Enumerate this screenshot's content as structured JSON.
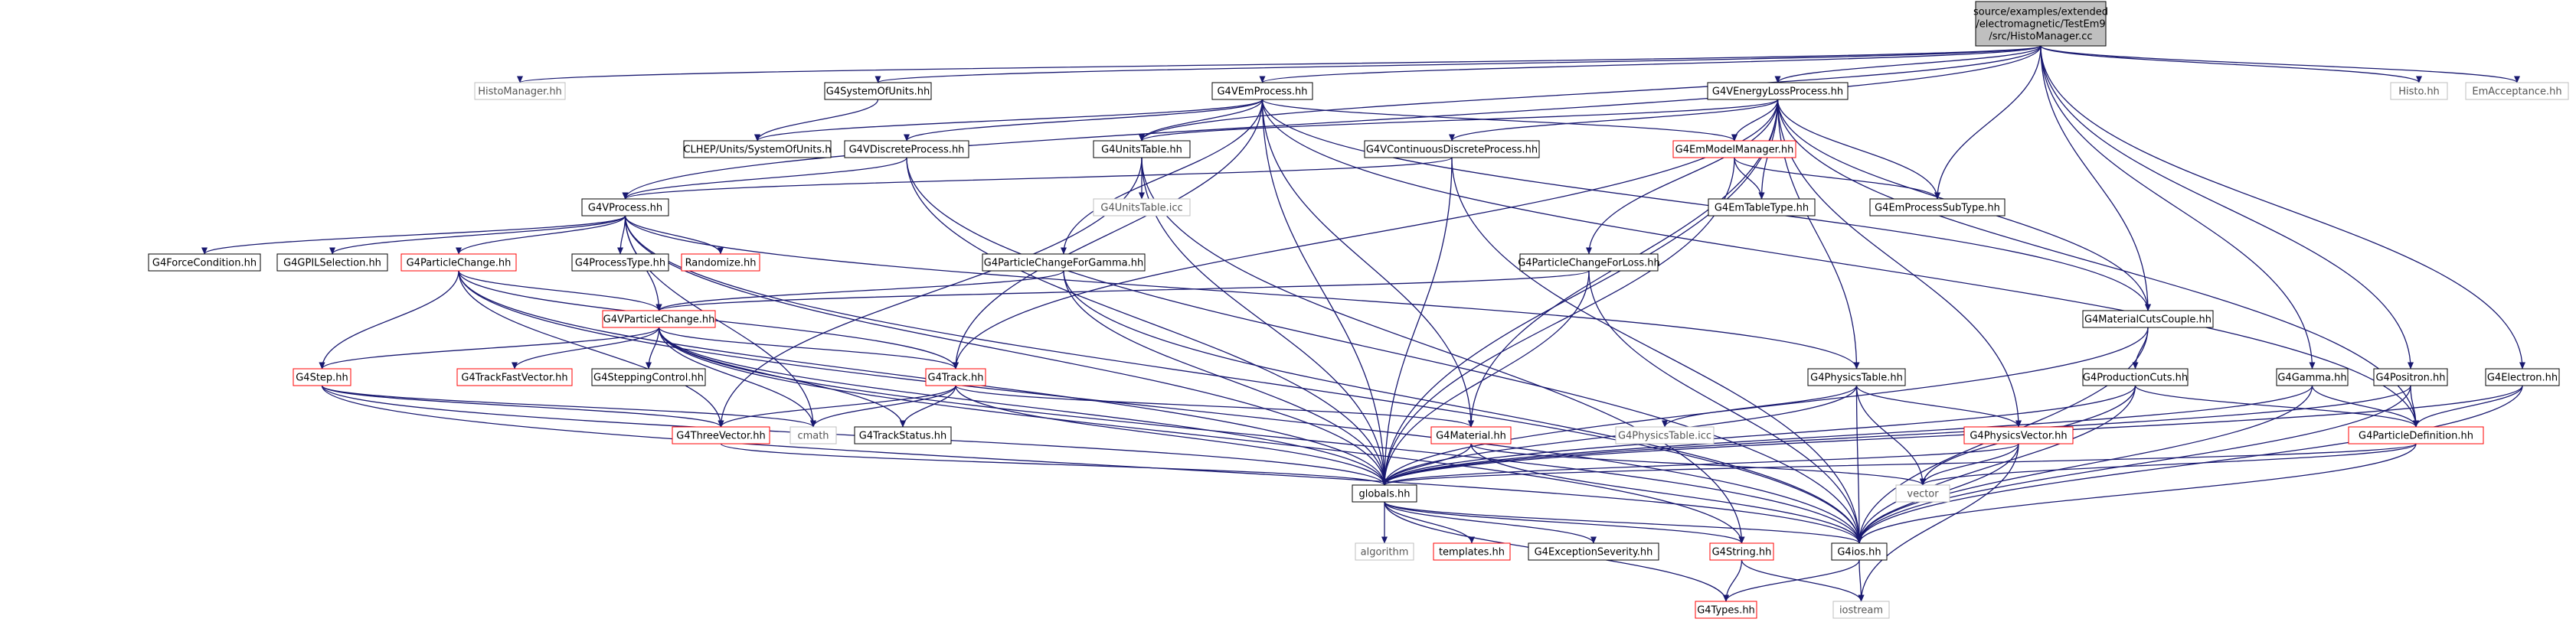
{
  "colors": {
    "root_fill": "#bfbfbf",
    "node_fill": "#ffffff",
    "border_normal": "#000000",
    "border_truncated": "#ff0000",
    "border_undocumented": "#bfbfbf",
    "edge": "#191970"
  },
  "nodes": [
    {
      "id": "root",
      "lines": [
        "source/examples/extended",
        "/electromagnetic/TestEm9",
        "/src/HistoManager.cc"
      ],
      "style": "root"
    },
    {
      "id": "HistoManager",
      "lines": [
        "HistoManager.hh"
      ],
      "style": "undocumented"
    },
    {
      "id": "G4SystemOfUnits",
      "lines": [
        "G4SystemOfUnits.hh"
      ],
      "style": "normal"
    },
    {
      "id": "G4VEmProcess",
      "lines": [
        "G4VEmProcess.hh"
      ],
      "style": "normal"
    },
    {
      "id": "G4VEnergyLossProcess",
      "lines": [
        "G4VEnergyLossProcess.hh"
      ],
      "style": "normal"
    },
    {
      "id": "Histo",
      "lines": [
        "Histo.hh"
      ],
      "style": "undocumented"
    },
    {
      "id": "EmAcceptance",
      "lines": [
        "EmAcceptance.hh"
      ],
      "style": "undocumented"
    },
    {
      "id": "CLHEPSystemOfUnits",
      "lines": [
        "CLHEP/Units/SystemOfUnits.h"
      ],
      "style": "normal"
    },
    {
      "id": "G4VDiscreteProcess",
      "lines": [
        "G4VDiscreteProcess.hh"
      ],
      "style": "normal"
    },
    {
      "id": "G4UnitsTable",
      "lines": [
        "G4UnitsTable.hh"
      ],
      "style": "normal"
    },
    {
      "id": "G4VContinuousDiscreteProcess",
      "lines": [
        "G4VContinuousDiscreteProcess.hh"
      ],
      "style": "normal"
    },
    {
      "id": "G4EmModelManager",
      "lines": [
        "G4EmModelManager.hh"
      ],
      "style": "truncated"
    },
    {
      "id": "G4UnitsTableIcc",
      "lines": [
        "G4UnitsTable.icc"
      ],
      "style": "undocumented"
    },
    {
      "id": "G4EmTableType",
      "lines": [
        "G4EmTableType.hh"
      ],
      "style": "normal"
    },
    {
      "id": "G4EmProcessSubType",
      "lines": [
        "G4EmProcessSubType.hh"
      ],
      "style": "normal"
    },
    {
      "id": "G4VProcess",
      "lines": [
        "G4VProcess.hh"
      ],
      "style": "normal"
    },
    {
      "id": "G4ForceCondition",
      "lines": [
        "G4ForceCondition.hh"
      ],
      "style": "normal"
    },
    {
      "id": "G4GPILSelection",
      "lines": [
        "G4GPILSelection.hh"
      ],
      "style": "normal"
    },
    {
      "id": "G4ParticleChange",
      "lines": [
        "G4ParticleChange.hh"
      ],
      "style": "truncated"
    },
    {
      "id": "G4ProcessType",
      "lines": [
        "G4ProcessType.hh"
      ],
      "style": "normal"
    },
    {
      "id": "Randomize",
      "lines": [
        "Randomize.hh"
      ],
      "style": "truncated"
    },
    {
      "id": "G4ParticleChangeForGamma",
      "lines": [
        "G4ParticleChangeForGamma.hh"
      ],
      "style": "normal"
    },
    {
      "id": "G4ParticleChangeForLoss",
      "lines": [
        "G4ParticleChangeForLoss.hh"
      ],
      "style": "normal"
    },
    {
      "id": "G4MaterialCutsCouple",
      "lines": [
        "G4MaterialCutsCouple.hh"
      ],
      "style": "normal"
    },
    {
      "id": "G4VParticleChange",
      "lines": [
        "G4VParticleChange.hh"
      ],
      "style": "truncated"
    },
    {
      "id": "G4Step",
      "lines": [
        "G4Step.hh"
      ],
      "style": "truncated"
    },
    {
      "id": "G4TrackFastVector",
      "lines": [
        "G4TrackFastVector.hh"
      ],
      "style": "truncated"
    },
    {
      "id": "G4SteppingControl",
      "lines": [
        "G4SteppingControl.hh"
      ],
      "style": "normal"
    },
    {
      "id": "G4Track",
      "lines": [
        "G4Track.hh"
      ],
      "style": "truncated"
    },
    {
      "id": "G4PhysicsTable",
      "lines": [
        "G4PhysicsTable.hh"
      ],
      "style": "normal"
    },
    {
      "id": "G4ProductionCuts",
      "lines": [
        "G4ProductionCuts.hh"
      ],
      "style": "normal"
    },
    {
      "id": "G4Gamma",
      "lines": [
        "G4Gamma.hh"
      ],
      "style": "normal"
    },
    {
      "id": "G4Positron",
      "lines": [
        "G4Positron.hh"
      ],
      "style": "normal"
    },
    {
      "id": "G4Electron",
      "lines": [
        "G4Electron.hh"
      ],
      "style": "normal"
    },
    {
      "id": "G4ThreeVector",
      "lines": [
        "G4ThreeVector.hh"
      ],
      "style": "truncated"
    },
    {
      "id": "cmath",
      "lines": [
        "cmath"
      ],
      "style": "undocumented"
    },
    {
      "id": "G4TrackStatus",
      "lines": [
        "G4TrackStatus.hh"
      ],
      "style": "normal"
    },
    {
      "id": "G4Material",
      "lines": [
        "G4Material.hh"
      ],
      "style": "truncated"
    },
    {
      "id": "G4PhysicsTableIcc",
      "lines": [
        "G4PhysicsTable.icc"
      ],
      "style": "undocumented"
    },
    {
      "id": "G4PhysicsVector",
      "lines": [
        "G4PhysicsVector.hh"
      ],
      "style": "truncated"
    },
    {
      "id": "G4ParticleDefinition",
      "lines": [
        "G4ParticleDefinition.hh"
      ],
      "style": "truncated"
    },
    {
      "id": "globals",
      "lines": [
        "globals.hh"
      ],
      "style": "normal"
    },
    {
      "id": "vector",
      "lines": [
        "vector"
      ],
      "style": "undocumented"
    },
    {
      "id": "algorithm",
      "lines": [
        "algorithm"
      ],
      "style": "undocumented"
    },
    {
      "id": "templates",
      "lines": [
        "templates.hh"
      ],
      "style": "truncated"
    },
    {
      "id": "G4ExceptionSeverity",
      "lines": [
        "G4ExceptionSeverity.hh"
      ],
      "style": "normal"
    },
    {
      "id": "G4String",
      "lines": [
        "G4String.hh"
      ],
      "style": "truncated"
    },
    {
      "id": "G4ios",
      "lines": [
        "G4ios.hh"
      ],
      "style": "normal"
    },
    {
      "id": "G4Types",
      "lines": [
        "G4Types.hh"
      ],
      "style": "truncated"
    },
    {
      "id": "iostream",
      "lines": [
        "iostream"
      ],
      "style": "undocumented"
    }
  ],
  "edges": [
    [
      "root",
      "HistoManager"
    ],
    [
      "root",
      "G4SystemOfUnits"
    ],
    [
      "root",
      "G4VEmProcess"
    ],
    [
      "root",
      "G4VEnergyLossProcess"
    ],
    [
      "root",
      "Histo"
    ],
    [
      "root",
      "EmAcceptance"
    ],
    [
      "root",
      "G4VProcess"
    ],
    [
      "root",
      "G4UnitsTable"
    ],
    [
      "root",
      "G4EmProcessSubType"
    ],
    [
      "root",
      "G4MaterialCutsCouple"
    ],
    [
      "root",
      "G4Gamma"
    ],
    [
      "root",
      "G4Positron"
    ],
    [
      "root",
      "G4Electron"
    ],
    [
      "G4SystemOfUnits",
      "CLHEPSystemOfUnits"
    ],
    [
      "G4VEmProcess",
      "CLHEPSystemOfUnits"
    ],
    [
      "G4VEmProcess",
      "G4VDiscreteProcess"
    ],
    [
      "G4VEmProcess",
      "G4UnitsTable"
    ],
    [
      "G4VEmProcess",
      "G4EmModelManager"
    ],
    [
      "G4VEmProcess",
      "G4ParticleChangeForGamma"
    ],
    [
      "G4VEmProcess",
      "G4Track"
    ],
    [
      "G4VEmProcess",
      "globals"
    ],
    [
      "G4VEmProcess",
      "G4Material"
    ],
    [
      "G4VEmProcess",
      "G4MaterialCutsCouple"
    ],
    [
      "G4VEmProcess",
      "G4ParticleDefinition"
    ],
    [
      "G4VEnergyLossProcess",
      "G4VContinuousDiscreteProcess"
    ],
    [
      "G4VEnergyLossProcess",
      "G4EmModelManager"
    ],
    [
      "G4VEnergyLossProcess",
      "G4UnitsTable"
    ],
    [
      "G4VEnergyLossProcess",
      "G4EmTableType"
    ],
    [
      "G4VEnergyLossProcess",
      "G4EmProcessSubType"
    ],
    [
      "G4VEnergyLossProcess",
      "G4ParticleChangeForLoss"
    ],
    [
      "G4VEnergyLossProcess",
      "G4MaterialCutsCouple"
    ],
    [
      "G4VEnergyLossProcess",
      "G4PhysicsTable"
    ],
    [
      "G4VEnergyLossProcess",
      "G4PhysicsVector"
    ],
    [
      "G4VEnergyLossProcess",
      "G4Track"
    ],
    [
      "G4VEnergyLossProcess",
      "G4Material"
    ],
    [
      "G4VEnergyLossProcess",
      "G4ParticleDefinition"
    ],
    [
      "G4VEnergyLossProcess",
      "globals"
    ],
    [
      "G4VDiscreteProcess",
      "G4VProcess"
    ],
    [
      "G4VDiscreteProcess",
      "G4ios"
    ],
    [
      "G4VDiscreteProcess",
      "globals"
    ],
    [
      "G4UnitsTable",
      "G4UnitsTableIcc"
    ],
    [
      "G4UnitsTable",
      "globals"
    ],
    [
      "G4UnitsTable",
      "G4ThreeVector"
    ],
    [
      "G4UnitsTable",
      "G4String"
    ],
    [
      "G4VContinuousDiscreteProcess",
      "G4VProcess"
    ],
    [
      "G4VContinuousDiscreteProcess",
      "globals"
    ],
    [
      "G4VContinuousDiscreteProcess",
      "G4ios"
    ],
    [
      "G4EmModelManager",
      "G4EmTableType"
    ],
    [
      "G4EmModelManager",
      "G4EmProcessSubType"
    ],
    [
      "G4EmModelManager",
      "globals"
    ],
    [
      "G4VProcess",
      "G4ForceCondition"
    ],
    [
      "G4VProcess",
      "G4GPILSelection"
    ],
    [
      "G4VProcess",
      "G4ParticleChange"
    ],
    [
      "G4VProcess",
      "G4ProcessType"
    ],
    [
      "G4VProcess",
      "Randomize"
    ],
    [
      "G4VProcess",
      "G4VParticleChange"
    ],
    [
      "G4VProcess",
      "G4PhysicsTable"
    ],
    [
      "G4VProcess",
      "cmath"
    ],
    [
      "G4VProcess",
      "globals"
    ],
    [
      "G4VProcess",
      "G4ios"
    ],
    [
      "G4ParticleChange",
      "G4VParticleChange"
    ],
    [
      "G4ParticleChange",
      "G4Step"
    ],
    [
      "G4ParticleChange",
      "G4Track"
    ],
    [
      "G4ParticleChange",
      "G4ThreeVector"
    ],
    [
      "G4ParticleChange",
      "globals"
    ],
    [
      "G4ParticleChange",
      "G4ios"
    ],
    [
      "G4ParticleChangeForGamma",
      "G4VParticleChange"
    ],
    [
      "G4ParticleChangeForGamma",
      "globals"
    ],
    [
      "G4ParticleChangeForGamma",
      "G4ios"
    ],
    [
      "G4ParticleChangeForLoss",
      "G4VParticleChange"
    ],
    [
      "G4ParticleChangeForLoss",
      "globals"
    ],
    [
      "G4ParticleChangeForLoss",
      "G4ios"
    ],
    [
      "G4MaterialCutsCouple",
      "G4ProductionCuts"
    ],
    [
      "G4MaterialCutsCouple",
      "G4ios"
    ],
    [
      "G4MaterialCutsCouple",
      "globals"
    ],
    [
      "G4VParticleChange",
      "G4TrackFastVector"
    ],
    [
      "G4VParticleChange",
      "G4SteppingControl"
    ],
    [
      "G4VParticleChange",
      "G4Track"
    ],
    [
      "G4VParticleChange",
      "G4Step"
    ],
    [
      "G4VParticleChange",
      "globals"
    ],
    [
      "G4VParticleChange",
      "G4TrackStatus"
    ],
    [
      "G4VParticleChange",
      "G4String"
    ],
    [
      "G4VParticleChange",
      "cmath"
    ],
    [
      "G4VParticleChange",
      "G4ios"
    ],
    [
      "G4Step",
      "G4ThreeVector"
    ],
    [
      "G4Step",
      "globals"
    ],
    [
      "G4Step",
      "cmath"
    ],
    [
      "G4Step",
      "G4ios"
    ],
    [
      "G4Track",
      "G4ThreeVector"
    ],
    [
      "G4Track",
      "cmath"
    ],
    [
      "G4Track",
      "G4TrackStatus"
    ],
    [
      "G4Track",
      "G4Material"
    ],
    [
      "G4Track",
      "globals"
    ],
    [
      "G4PhysicsTable",
      "G4PhysicsTableIcc"
    ],
    [
      "G4PhysicsTable",
      "G4PhysicsVector"
    ],
    [
      "G4PhysicsTable",
      "globals"
    ],
    [
      "G4PhysicsTable",
      "vector"
    ],
    [
      "G4PhysicsTable",
      "G4ios"
    ],
    [
      "G4ProductionCuts",
      "globals"
    ],
    [
      "G4ProductionCuts",
      "G4ParticleDefinition"
    ],
    [
      "G4ProductionCuts",
      "vector"
    ],
    [
      "G4ProductionCuts",
      "G4ios"
    ],
    [
      "G4Gamma",
      "globals"
    ],
    [
      "G4Gamma",
      "G4ios"
    ],
    [
      "G4Gamma",
      "G4ParticleDefinition"
    ],
    [
      "G4Positron",
      "globals"
    ],
    [
      "G4Positron",
      "G4ios"
    ],
    [
      "G4Positron",
      "G4ParticleDefinition"
    ],
    [
      "G4Electron",
      "globals"
    ],
    [
      "G4Electron",
      "G4ios"
    ],
    [
      "G4Electron",
      "G4ParticleDefinition"
    ],
    [
      "G4ThreeVector",
      "globals"
    ],
    [
      "G4Material",
      "vector"
    ],
    [
      "G4Material",
      "globals"
    ],
    [
      "G4Material",
      "G4ios"
    ],
    [
      "G4PhysicsVector",
      "globals"
    ],
    [
      "G4PhysicsVector",
      "G4ios"
    ],
    [
      "G4PhysicsVector",
      "vector"
    ],
    [
      "G4PhysicsVector",
      "iostream"
    ],
    [
      "G4ParticleDefinition",
      "vector"
    ],
    [
      "G4ParticleDefinition",
      "globals"
    ],
    [
      "G4ParticleDefinition",
      "G4ios"
    ],
    [
      "globals",
      "algorithm"
    ],
    [
      "globals",
      "templates"
    ],
    [
      "globals",
      "G4ExceptionSeverity"
    ],
    [
      "globals",
      "G4String"
    ],
    [
      "globals",
      "G4ios"
    ],
    [
      "globals",
      "G4Types"
    ],
    [
      "G4String",
      "G4Types"
    ],
    [
      "G4String",
      "iostream"
    ],
    [
      "G4ios",
      "G4Types"
    ],
    [
      "G4ios",
      "iostream"
    ]
  ]
}
